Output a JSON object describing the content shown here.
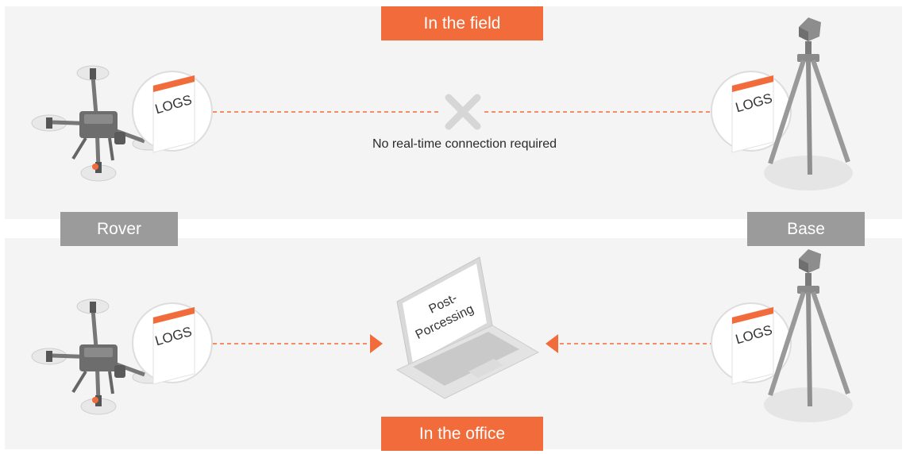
{
  "labels": {
    "field": "In the field",
    "office": "In the office",
    "rover": "Rover",
    "base": "Base",
    "connection_note": "No real-time connection required",
    "logs": "LOGS",
    "laptop_line1": "Post-",
    "laptop_line2": "Porcessing"
  },
  "icons": {
    "rover_device": "drone-icon",
    "base_device": "tripod-gnss-base-icon",
    "log_file": "log-document-icon",
    "no_connection": "cross-icon",
    "processing": "laptop-icon",
    "flow": "arrow-icon"
  },
  "colors": {
    "accent": "#f26b3a",
    "label_grey": "#9b9b9b",
    "panel_bg": "#f4f4f4",
    "device_grey": "#8e8e8e"
  }
}
